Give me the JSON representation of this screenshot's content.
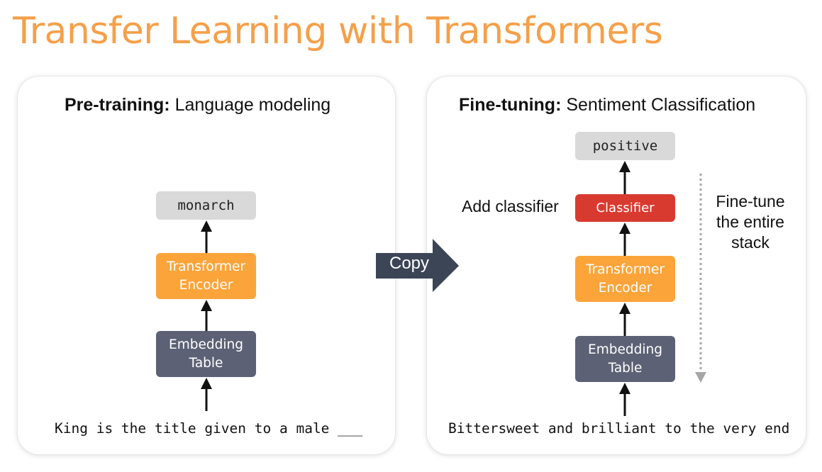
{
  "title": "Transfer Learning with Transformers",
  "pretraining": {
    "heading_bold": "Pre-training:",
    "heading_rest": " Language modeling",
    "output_token": "monarch",
    "encoder_label": "Transformer Encoder",
    "embedding_label": "Embedding Table",
    "input_text": "King is the title given to a male ___"
  },
  "copy_label": "Copy",
  "finetuning": {
    "heading_bold": "Fine-tuning:",
    "heading_rest": " Sentiment Classification",
    "output_token": "positive",
    "add_classifier_label": "Add classifier",
    "classifier_label": "Classifier",
    "encoder_label": "Transformer Encoder",
    "embedding_label": "Embedding Table",
    "input_text": "Bittersweet and brilliant to the very end",
    "finetune_note": "Fine-tune the entire stack"
  },
  "colors": {
    "title": "#f5a04a",
    "encoder": "#fba43a",
    "embedding": "#5c6175",
    "classifier": "#d93a2f",
    "token": "#d9d9d9",
    "copy_arrow": "#3b4556"
  }
}
